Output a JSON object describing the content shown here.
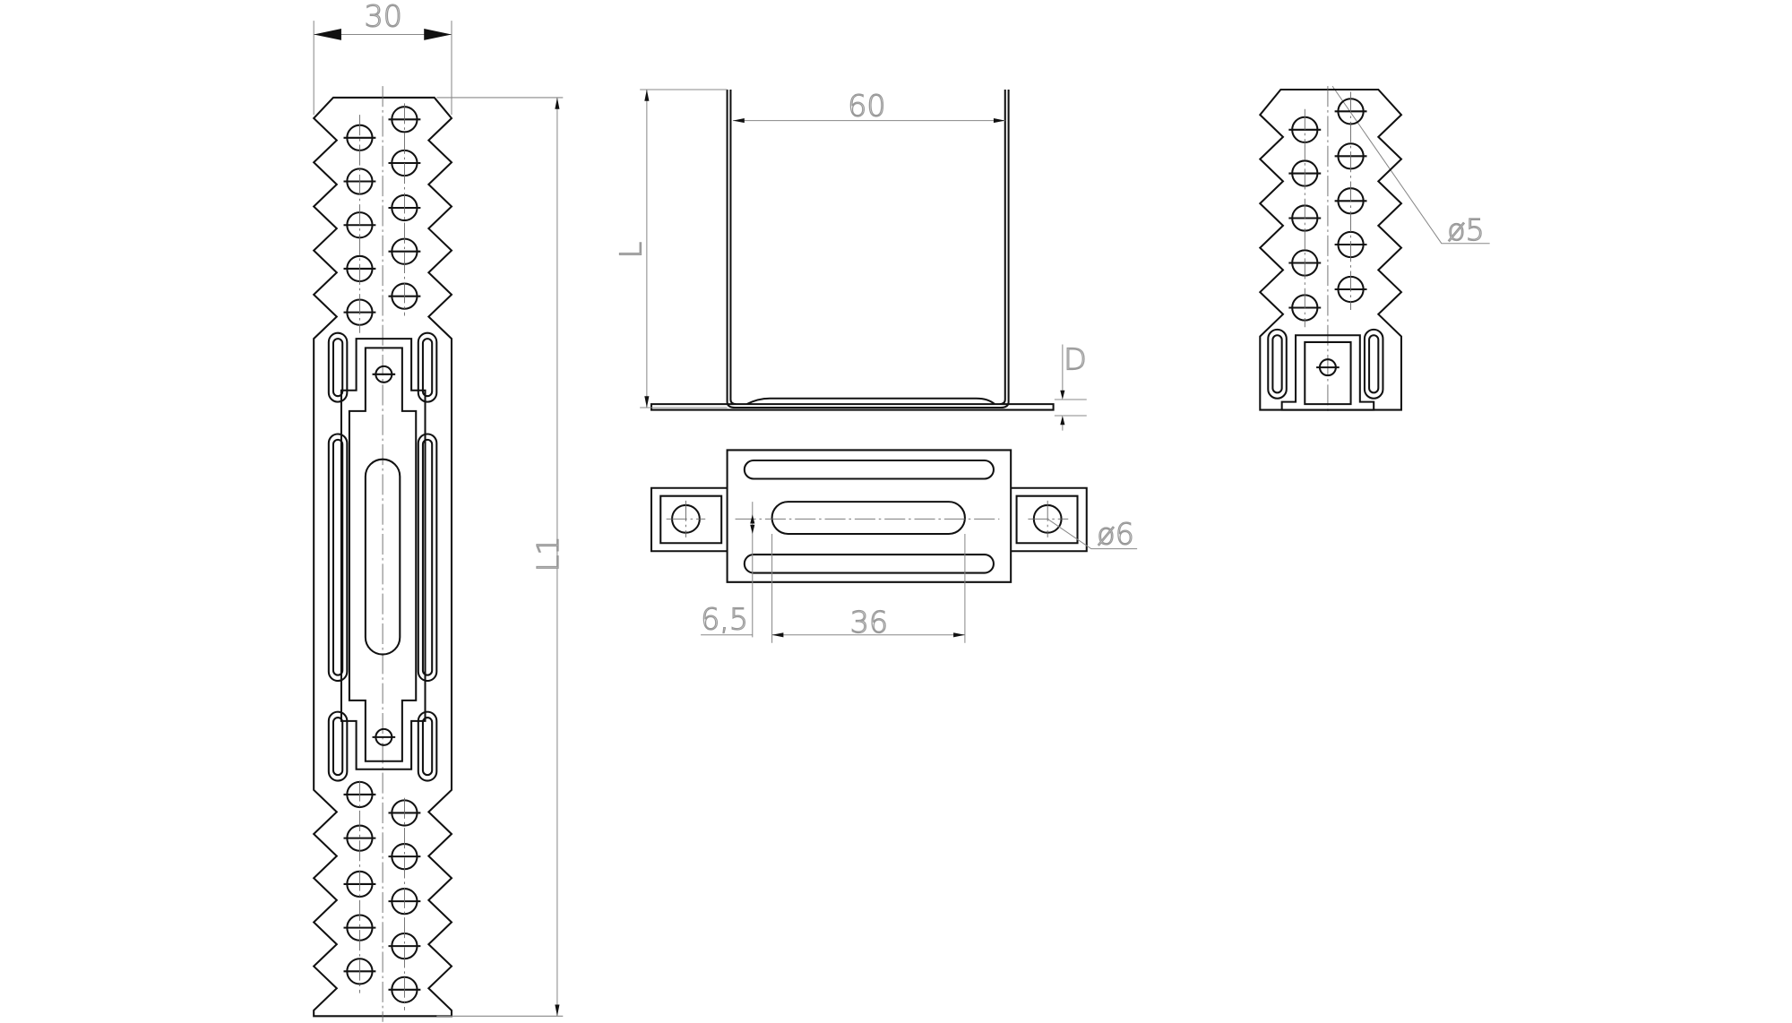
{
  "drawing": {
    "dimensions": {
      "width_30": "30",
      "length_L1": "L1",
      "width_60": "60",
      "height_L": "L",
      "thickness_D": "D",
      "offset_6_5": "6,5",
      "slot_36": "36",
      "hole_d6": "ø6",
      "hole_d5": "ø5"
    }
  }
}
